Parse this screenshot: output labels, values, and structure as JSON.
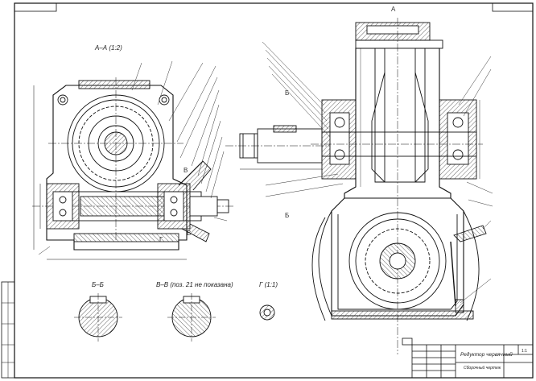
{
  "views": {
    "section_aa": "А–А (1:2)",
    "section_bb": "Б–Б",
    "section_vv": "В–В (поз. 21 не показана)",
    "detail_g": "Г (1:1)"
  },
  "cut_markers": {
    "a_top": "А",
    "b_upper": "Б",
    "b_lower": "Б",
    "v_upper": "В",
    "v_lower": "В",
    "g": "Г"
  },
  "title_block": {
    "name": "Редуктор червячный",
    "subtitle": "Сборочный чертеж",
    "sheet": "1:1"
  }
}
